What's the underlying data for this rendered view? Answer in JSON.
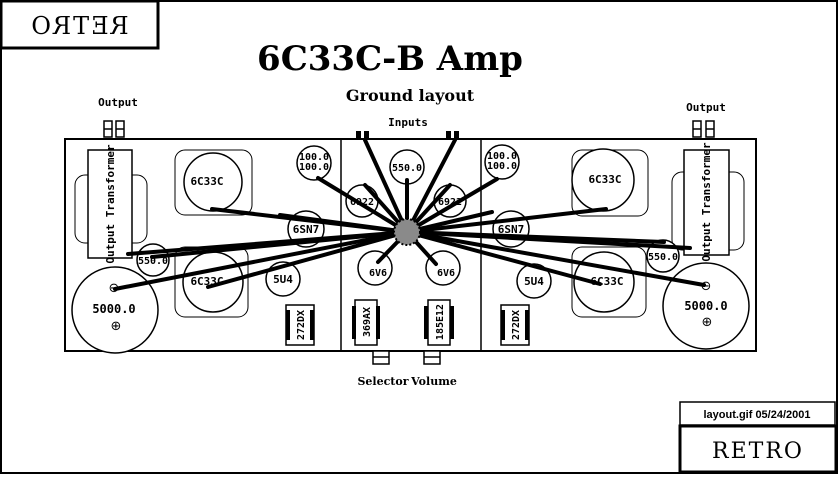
{
  "logo_top": "RETRO",
  "logo_bottom": "RETRO",
  "title": "6C33C-B Amp",
  "subtitle": "Ground layout",
  "labels": {
    "output_left": "Output",
    "output_right": "Output",
    "inputs": "Inputs",
    "selector": "Selector",
    "volume": "Volume",
    "footer_file": "layout.gif 05/24/2001"
  },
  "left": {
    "transformer": "Output Transformer",
    "tube_upper": "6C33C",
    "tube_lower": "6C33C",
    "cap_upper": "100.0\n100.0",
    "cap_small": "550.0",
    "tube_6sn7": "6SN7",
    "tube_5u4": "5U4",
    "cap_big": "5000.0",
    "choke": "272DX"
  },
  "center": {
    "cap_top": "550.0",
    "tube_6922_left": "6922",
    "tube_6922_right": "6922",
    "tube_6v6_left": "6V6",
    "tube_6v6_right": "6V6",
    "choke_left": "369AX",
    "choke_right": "185E12"
  },
  "right": {
    "transformer": "Output Transformer",
    "tube_upper": "6C33C",
    "tube_lower": "6C33C",
    "cap_upper": "100.0\n100.0",
    "cap_small": "550.0",
    "tube_6sn7": "6SN7",
    "tube_5u4": "5U4",
    "cap_big": "5000.0",
    "choke": "272DX"
  },
  "symbols": {
    "plus": "⊕",
    "minus": "⊖"
  }
}
